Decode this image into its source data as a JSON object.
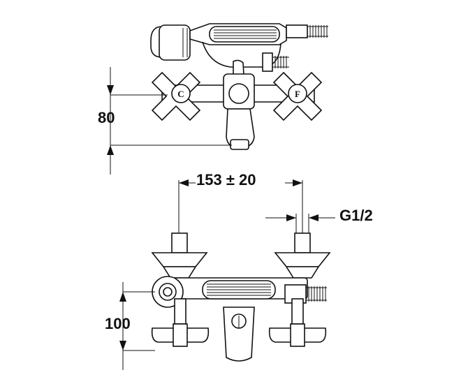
{
  "diagram": {
    "dimensions": {
      "top_height": "80",
      "spacing": "153 ± 20",
      "connection": "G1/2",
      "bottom_height": "100"
    },
    "handle_marks": {
      "cold": "C",
      "hot": "F"
    }
  }
}
